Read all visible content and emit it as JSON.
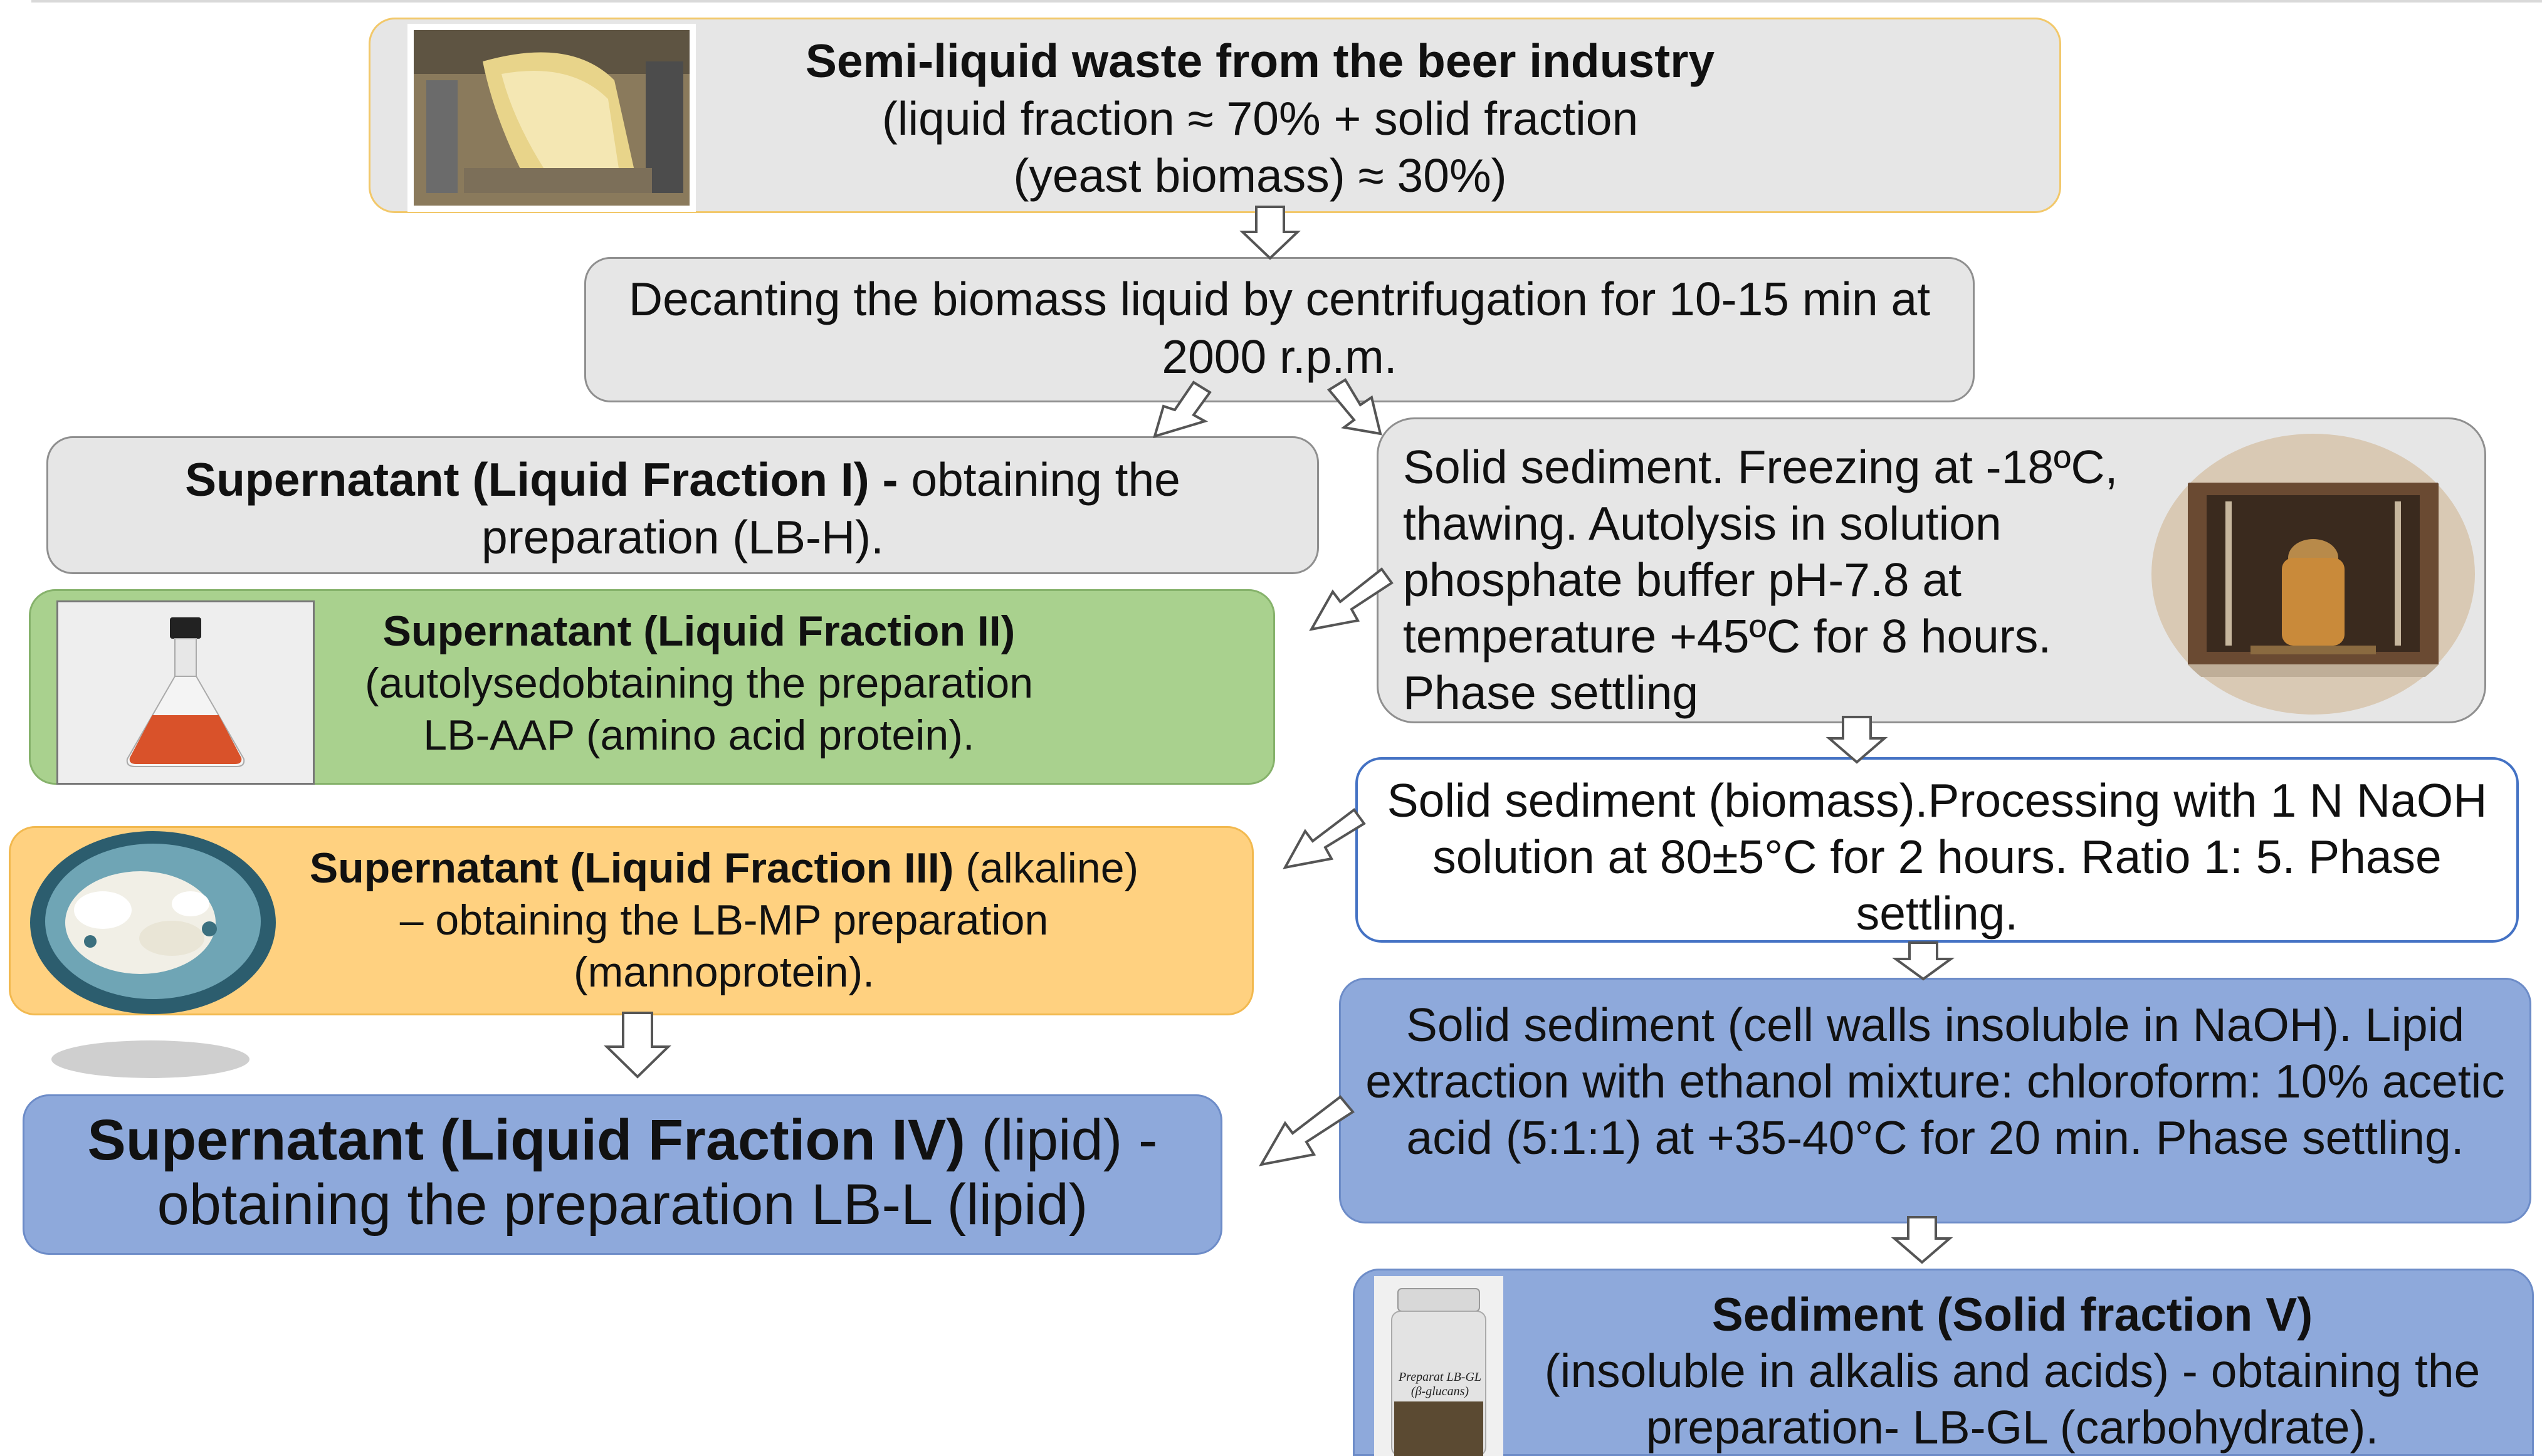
{
  "step1": {
    "title": "Semi-liquid waste from the beer industry",
    "line2": "(liquid fraction ≈ 70% + solid fraction",
    "line3": "(yeast biomass) ≈ 30%)"
  },
  "step2": {
    "line1": "Decanting the biomass liquid by centrifugation for 10-15 min at",
    "line2": "2000 r.p.m."
  },
  "fraction1": {
    "bold": "Supernatant (Liquid Fraction I) -",
    "rest": " obtaining the",
    "line2": "preparation (LB-H)."
  },
  "sediment1": {
    "lines": [
      "Solid sediment. Freezing at -18ºC,",
      "thawing. Autolysis in solution",
      "phosphate buffer pH-7.8 at",
      "temperature +45ºC for 8 hours.",
      "Phase settling"
    ]
  },
  "fraction2": {
    "title": "Supernatant (Liquid Fraction II)",
    "line2": "(autolysedobtaining the preparation",
    "line3": "LB-AAP (amino acid protein)."
  },
  "sediment2": {
    "line1": "Solid sediment (biomass).Processing with 1 N NaOH",
    "line2": "solution at 80±5°C for 2 hours. Ratio 1: 5. Phase",
    "line3": "settling."
  },
  "fraction3": {
    "bold": "Supernatant (Liquid Fraction III)",
    "rest": " (alkaline)",
    "line2": "– obtaining the LB-MP preparation",
    "line3": "(mannoprotein)."
  },
  "sediment3": {
    "line1": "Solid sediment (cell walls insoluble in NaOH). Lipid",
    "line2": "extraction with ethanol mixture: chloroform: 10% acetic",
    "line3": "acid (5:1:1) at +35-40°C for 20 min. Phase settling."
  },
  "fraction4": {
    "bold": "Supernatant (Liquid Fraction IV)",
    "rest": " (lipid) -",
    "line2": "obtaining the preparation LB-L (lipid)"
  },
  "fraction5": {
    "title": "Sediment (Solid fraction V)",
    "line2": "(insoluble in alkalis and acids) - obtaining the",
    "line3": "preparation- LB-GL (carbohydrate)."
  },
  "jar_label": {
    "line1": "Preparat LB-GL",
    "line2": "(β-glucans)"
  },
  "colors": {
    "gray_box": "#e6e6e6",
    "green_box": "#a9d18e",
    "orange_box": "#ffd180",
    "blue_box": "#8ea9db",
    "white_box_border": "#4472c4"
  }
}
